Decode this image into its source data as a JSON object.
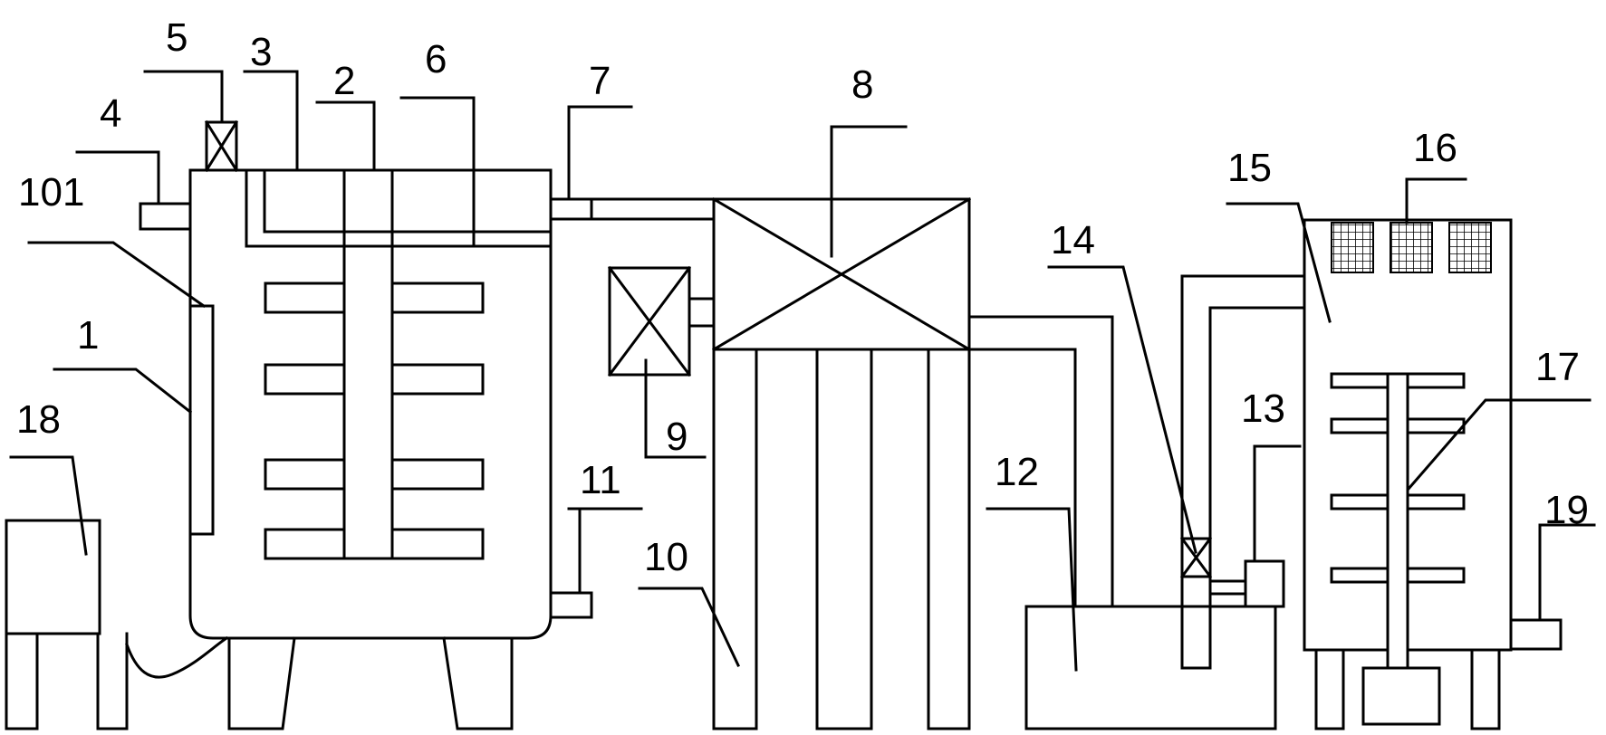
{
  "diagram": {
    "labels": {
      "l1": "1",
      "l2": "2",
      "l3": "3",
      "l4": "4",
      "l5": "5",
      "l6": "6",
      "l7": "7",
      "l8": "8",
      "l9": "9",
      "l10": "10",
      "l11": "11",
      "l12": "12",
      "l13": "13",
      "l14": "14",
      "l15": "15",
      "l16": "16",
      "l17": "17",
      "l18": "18",
      "l19": "19",
      "l101": "101"
    },
    "line_color": "#000000",
    "background": "#ffffff"
  }
}
